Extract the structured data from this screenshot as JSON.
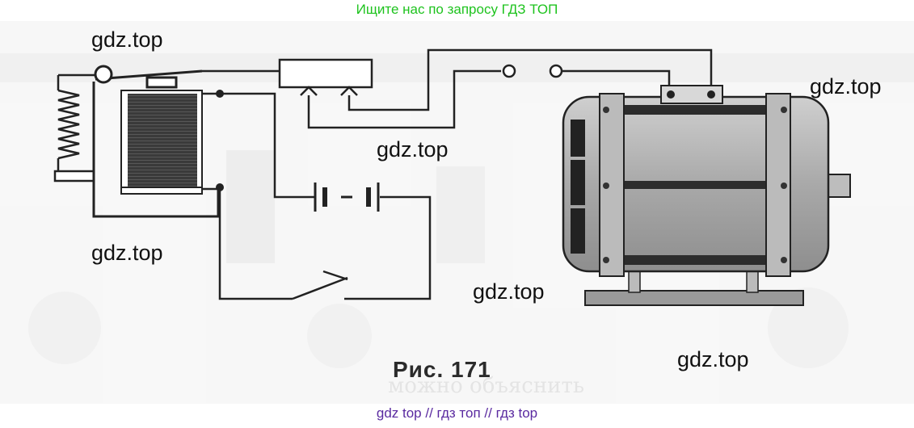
{
  "top_banner": "Ищите нас по запросу ГДЗ ТОП",
  "bottom_banner": {
    "parts": [
      "gdz top",
      "гдз топ",
      "гдз top"
    ],
    "separator": "//"
  },
  "watermark": "gdz.top",
  "caption": "Рис. 171",
  "background_text": "можно объяснить",
  "colors": {
    "top_banner": "#1ec31e",
    "bottom_banner": "#5a2aa0",
    "lines": "#222222",
    "background": "#ececec"
  }
}
